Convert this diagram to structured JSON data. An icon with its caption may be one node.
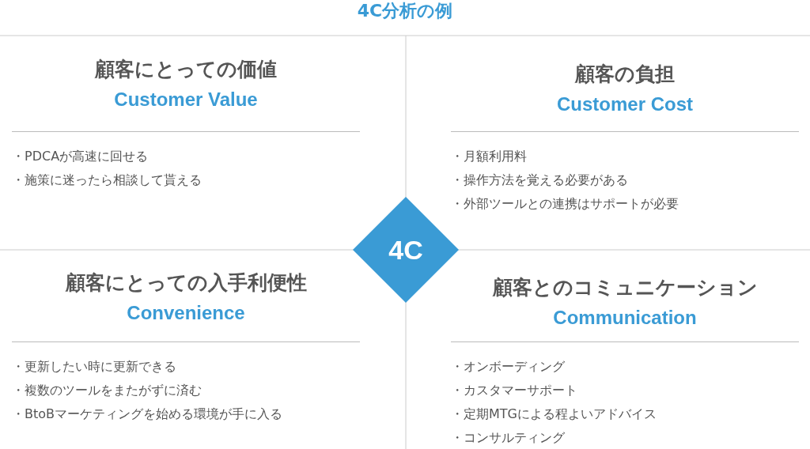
{
  "diagram": {
    "title": "4C分析の例",
    "nodes": [
      {
        "text": [
          "顧客にとっての価値",
          "Customer Value",
          "・PDCAが高速に回せる",
          "・施策に迷ったら相談して貰える"
        ]
      },
      {
        "text": [
          "顧客の負担",
          "Customer Cost",
          "・月額利用料",
          "・操作方法を覚える必要がある",
          "・外部ツールとの連携はサポートが必要"
        ]
      },
      {
        "text": [
          "4C"
        ]
      },
      {
        "text": [
          "顧客にとっての入手利便性",
          "Convenience",
          "・更新したい時に更新できる",
          "・複数のツールをまたがずに済む",
          "・BtoBマーケティングを始める環境が手に入る"
        ]
      },
      {
        "text": [
          "顧客とのコミュニケーション",
          "Communication",
          "・オンボーディング",
          "・カスタマーサポート",
          "・定期MTGによる程よいアドバイス",
          "・コンサルティング"
        ]
      }
    ]
  }
}
